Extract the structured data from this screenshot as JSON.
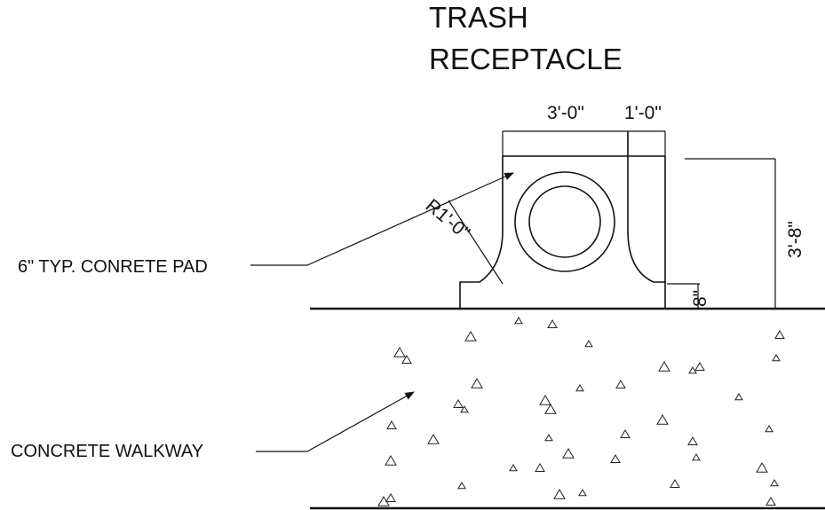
{
  "title": {
    "line1": "TRASH",
    "line2": "RECEPTACLE"
  },
  "dimensions": {
    "pad_width": "3'-0\"",
    "side_width": "1'-0\"",
    "height": "3'-8\"",
    "radius": "R1'-0\"",
    "pad_thickness": "8\""
  },
  "callouts": {
    "pad": "6\" TYP. CONRETE PAD",
    "walkway": "CONCRETE  WALKWAY"
  },
  "colors": {
    "line": "#111111",
    "background": "#ffffff"
  }
}
